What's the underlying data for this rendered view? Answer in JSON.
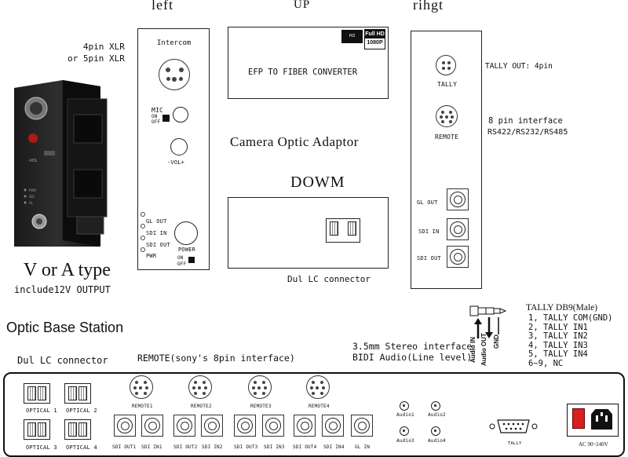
{
  "labels": {
    "left": "left",
    "up": "UP",
    "right": "rihgt",
    "xlr": "4pin XLR\nor 5pin XLR",
    "intercom": "Intercom",
    "mic": "MIC",
    "on": "ON",
    "off": "OFF",
    "vol": "-VOL+",
    "gl_out": "GL OUT",
    "sdi_in": "SDI IN",
    "sdi_out": "SDI OUT",
    "pwr": "PWR",
    "power": "POWER",
    "converter": "EFP TO FIBER CONVERTER",
    "hd_badge": "Full HD",
    "hd_res": "1080P",
    "camera_optic": "Camera Optic Adaptor",
    "down": "DOWM",
    "dul_lc_top": "Dul  LC connector",
    "tally": "TALLY",
    "remote": "REMOTE",
    "tally_out": "TALLY OUT: 4pin",
    "pin8": "8 pin interface",
    "rs": "RS422/RS232/RS485",
    "right_gl_out": "GL OUT",
    "right_sdi_in": "SDI IN",
    "right_sdi_out": "SDI OUT",
    "va_type": "V or A type",
    "include12v": "include12V OUTPUT",
    "optic_base": "Optic Base Station",
    "dul_lc_bottom": "Dul  LC connector",
    "remote_sony": "REMOTE(sony's 8pin interface)",
    "stereo": "3.5mm Stereo interface",
    "bidi": "BIDI Audio(Line level)",
    "audio_in": "Audio IN",
    "audio_out": "Audio OUT",
    "gnd": "GND",
    "tally_db9": "TALLY DB9(Male)",
    "tally_lines": [
      "1, TALLY COM(GND)",
      "2, TALLY IN1",
      "3, TALLY IN2",
      "4, TALLY IN3",
      "5, TALLY IN4",
      "6~9, NC"
    ],
    "optical": [
      "OPTICAL 1",
      "OPTICAL 2",
      "OPTICAL 3",
      "OPTICAL 4"
    ],
    "remote_ports": [
      "REMOTE1",
      "REMOTE2",
      "REMOTE3",
      "REMOTE4"
    ],
    "bnc_ports": [
      "SDI OUT1",
      "SDI IN1",
      "SDI OUT2",
      "SDI IN2",
      "SDI OUT3",
      "SDI IN3",
      "SDI OUT4",
      "SDI IN4",
      "GL IN"
    ],
    "audio_ports": [
      "Audio1",
      "Audio2",
      "Audio3",
      "Audio4"
    ],
    "tally_port": "TALLY",
    "ac": "AC 90~240V",
    "device_labels": [
      "PWR",
      "SDI",
      "GL"
    ]
  }
}
